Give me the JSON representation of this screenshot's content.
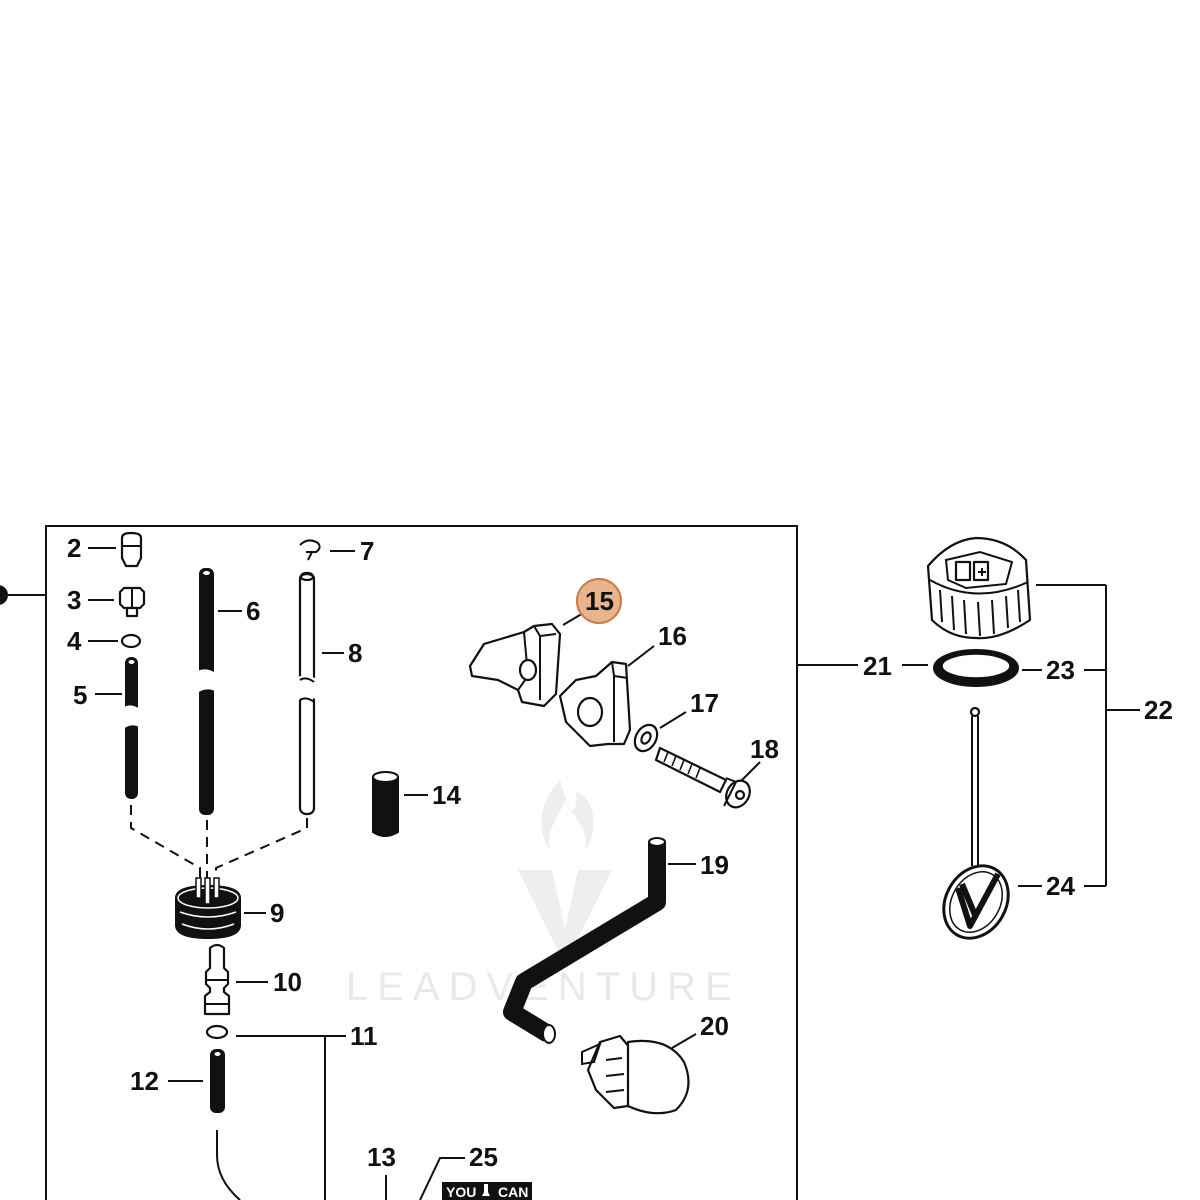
{
  "watermark": {
    "brand": "LEADVENTURE"
  },
  "highlight": {
    "callout": "15",
    "fill": "#e9b48d",
    "stroke": "#c97a45"
  },
  "callouts": {
    "c2": "2",
    "c3": "3",
    "c4": "4",
    "c5": "5",
    "c6": "6",
    "c7": "7",
    "c8": "8",
    "c9": "9",
    "c10": "10",
    "c11": "11",
    "c12": "12",
    "c13": "13",
    "c14": "14",
    "c15": "15",
    "c16": "16",
    "c17": "17",
    "c18": "18",
    "c19": "19",
    "c20": "20",
    "c21": "21",
    "c22": "22",
    "c23": "23",
    "c24": "24",
    "c25": "25"
  },
  "badge": {
    "left": "YOU",
    "right": "CAN"
  }
}
